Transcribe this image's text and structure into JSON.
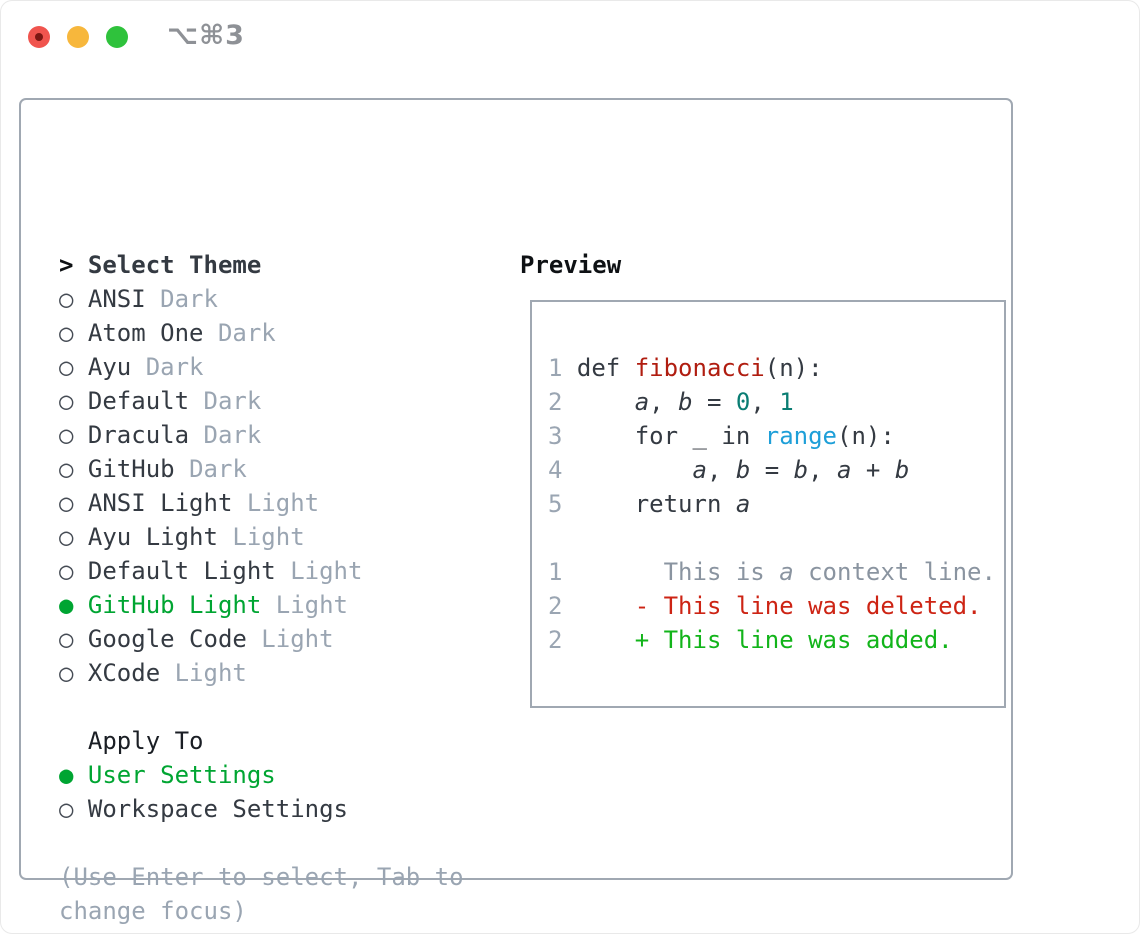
{
  "window": {
    "title": "⌥⌘3",
    "traffic_lights": [
      "close",
      "minimize",
      "zoom"
    ]
  },
  "theme_panel": {
    "header": {
      "prompt": ">",
      "label": "Select Theme"
    },
    "themes": [
      {
        "name": "ANSI",
        "variant": "Dark",
        "selected": false
      },
      {
        "name": "Atom One",
        "variant": "Dark",
        "selected": false
      },
      {
        "name": "Ayu",
        "variant": "Dark",
        "selected": false
      },
      {
        "name": "Default",
        "variant": "Dark",
        "selected": false
      },
      {
        "name": "Dracula",
        "variant": "Dark",
        "selected": false
      },
      {
        "name": "GitHub",
        "variant": "Dark",
        "selected": false
      },
      {
        "name": "ANSI Light",
        "variant": "Light",
        "selected": false
      },
      {
        "name": "Ayu Light",
        "variant": "Light",
        "selected": false
      },
      {
        "name": "Default Light",
        "variant": "Light",
        "selected": false
      },
      {
        "name": "GitHub Light",
        "variant": "Light",
        "selected": true
      },
      {
        "name": "Google Code",
        "variant": "Light",
        "selected": false
      },
      {
        "name": "XCode",
        "variant": "Light",
        "selected": false
      }
    ],
    "apply_to": {
      "label": "Apply To",
      "options": [
        {
          "label": "User Settings",
          "selected": true
        },
        {
          "label": "Workspace Settings",
          "selected": false
        }
      ]
    },
    "hint": {
      "line1": "(Use Enter to select, Tab to",
      "line2": "change focus)"
    },
    "bullet_selected": "●",
    "bullet_unselected": "○"
  },
  "preview": {
    "title": "Preview",
    "lines": [
      {
        "num": "1",
        "tokens": [
          [
            "code",
            "def "
          ],
          [
            "func",
            "fibonacci"
          ],
          [
            "code",
            "(n):"
          ]
        ]
      },
      {
        "num": "2",
        "tokens": [
          [
            "code",
            "    "
          ],
          [
            "var",
            "a"
          ],
          [
            "code",
            ", "
          ],
          [
            "var",
            "b"
          ],
          [
            "code",
            " = "
          ],
          [
            "num",
            "0"
          ],
          [
            "code",
            ", "
          ],
          [
            "num",
            "1"
          ]
        ]
      },
      {
        "num": "3",
        "tokens": [
          [
            "code",
            "    for _ in "
          ],
          [
            "builtin",
            "range"
          ],
          [
            "code",
            "(n):"
          ]
        ]
      },
      {
        "num": "4",
        "tokens": [
          [
            "code",
            "        "
          ],
          [
            "var",
            "a"
          ],
          [
            "code",
            ", "
          ],
          [
            "var",
            "b"
          ],
          [
            "code",
            " = "
          ],
          [
            "var",
            "b"
          ],
          [
            "code",
            ", "
          ],
          [
            "var",
            "a"
          ],
          [
            "code",
            " + "
          ],
          [
            "var",
            "b"
          ]
        ]
      },
      {
        "num": "5",
        "tokens": [
          [
            "code",
            "    return "
          ],
          [
            "var",
            "a"
          ]
        ]
      },
      {
        "num": "",
        "tokens": []
      },
      {
        "num": "1",
        "tokens": [
          [
            "dim",
            "      This is "
          ],
          [
            "dimvar",
            "a"
          ],
          [
            "dim",
            " context line."
          ]
        ]
      },
      {
        "num": "2",
        "tokens": [
          [
            "del",
            "    - This line was deleted."
          ]
        ]
      },
      {
        "num": "2",
        "tokens": [
          [
            "add",
            "    + This line was added."
          ]
        ]
      }
    ]
  },
  "colors": {
    "text": "#343a42",
    "text_strong": "#0e1114",
    "dim": "#9aa5b2",
    "ctx": "#8a94a0",
    "selection_green": "#00a532",
    "diff_add": "#12b41a",
    "diff_del": "#cd2414",
    "func_red": "#b01d10",
    "number_teal": "#0a7d73",
    "builtin_blue": "#1e9fd8",
    "line_number": "#9aa5b2",
    "border": "#a0a8b2",
    "titlebar_text": "#8e9196",
    "traffic_red": "#f0544e",
    "traffic_red_dot": "#7c1713",
    "traffic_yellow": "#f7b73c",
    "traffic_green": "#2fc23c"
  }
}
